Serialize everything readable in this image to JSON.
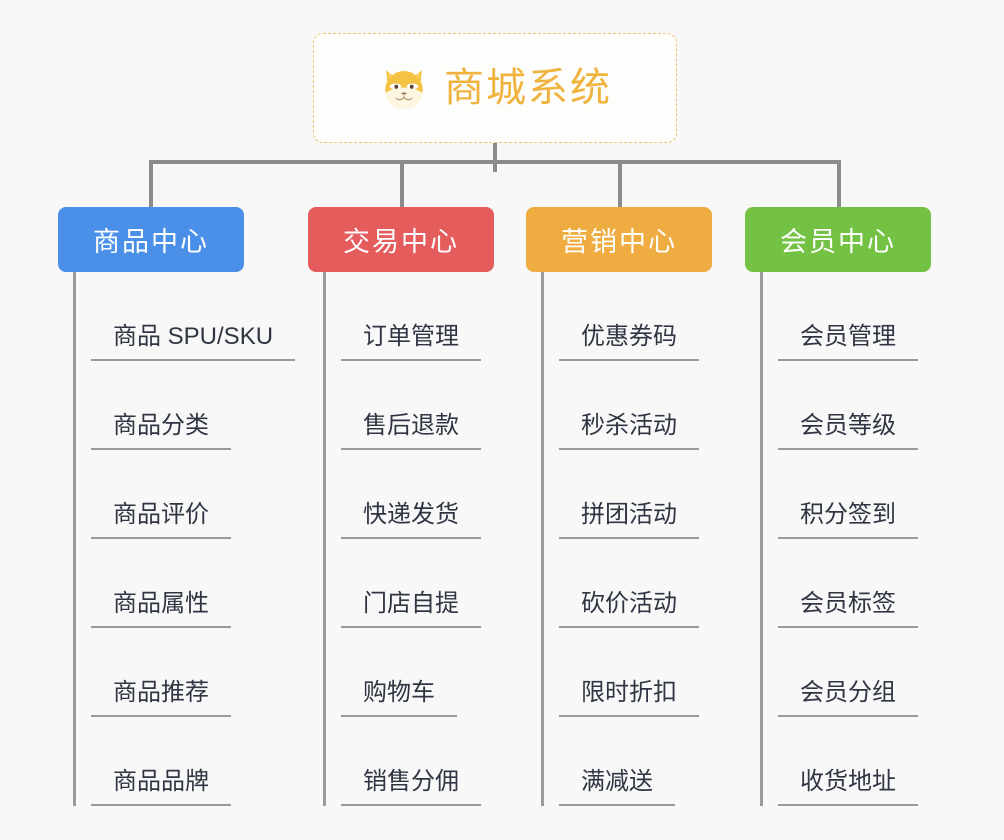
{
  "background_color": "#f8f8f8",
  "root": {
    "title": "商城系统",
    "icon": "shiba-dog-face-icon",
    "text_color": "#f0b33d",
    "border_color": "#f0c070"
  },
  "connector_color": "#8c8c8c",
  "branches": [
    {
      "label": "商品中心",
      "color": "#4a90e8",
      "items": [
        "商品 SPU/SKU",
        "商品分类",
        "商品评价",
        "商品属性",
        "商品推荐",
        "商品品牌"
      ]
    },
    {
      "label": "交易中心",
      "color": "#e45c5c",
      "items": [
        "订单管理",
        "售后退款",
        "快递发货",
        "门店自提",
        "购物车",
        "销售分佣"
      ]
    },
    {
      "label": "营销中心",
      "color": "#eeac41",
      "items": [
        "优惠券码",
        "秒杀活动",
        "拼团活动",
        "砍价活动",
        "限时折扣",
        "满减送"
      ]
    },
    {
      "label": "会员中心",
      "color": "#74c244",
      "items": [
        "会员管理",
        "会员等级",
        "积分签到",
        "会员标签",
        "会员分组",
        "收货地址"
      ]
    }
  ]
}
